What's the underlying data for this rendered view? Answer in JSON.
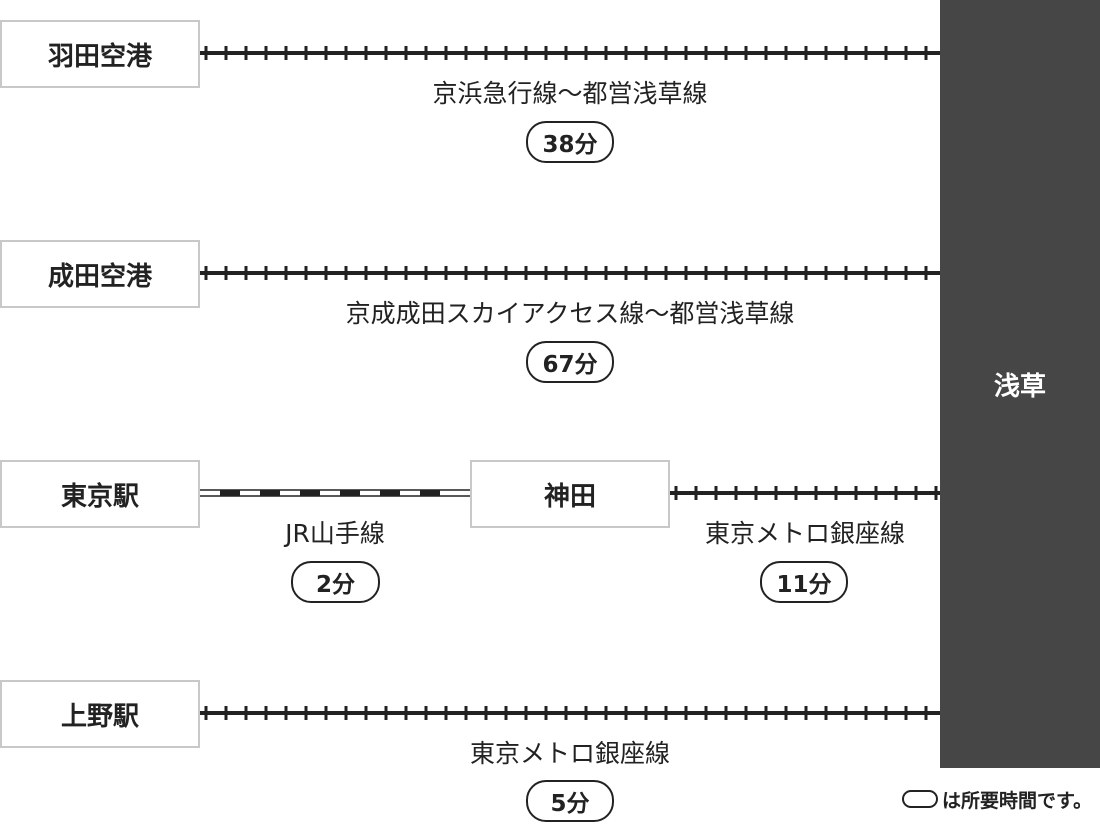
{
  "destination": "浅草",
  "stations": {
    "haneda": "羽田空港",
    "narita": "成田空港",
    "tokyo": "東京駅",
    "kanda": "神田",
    "ueno": "上野駅"
  },
  "routes": {
    "haneda": {
      "line": "京浜急行線〜都営浅草線",
      "time": "38分"
    },
    "narita": {
      "line": "京成成田スカイアクセス線〜都営浅草線",
      "time": "67分"
    },
    "tokyo_kanda": {
      "line": "JR山手線",
      "time": "2分"
    },
    "kanda_asakusa": {
      "line": "東京メトロ銀座線",
      "time": "11分"
    },
    "ueno": {
      "line": "東京メトロ銀座線",
      "time": "5分"
    }
  },
  "legend": {
    "text": "は所要時間です。"
  },
  "colors": {
    "destination_bg": "#464646",
    "box_border": "#c8c8c8",
    "track": "#222222"
  }
}
